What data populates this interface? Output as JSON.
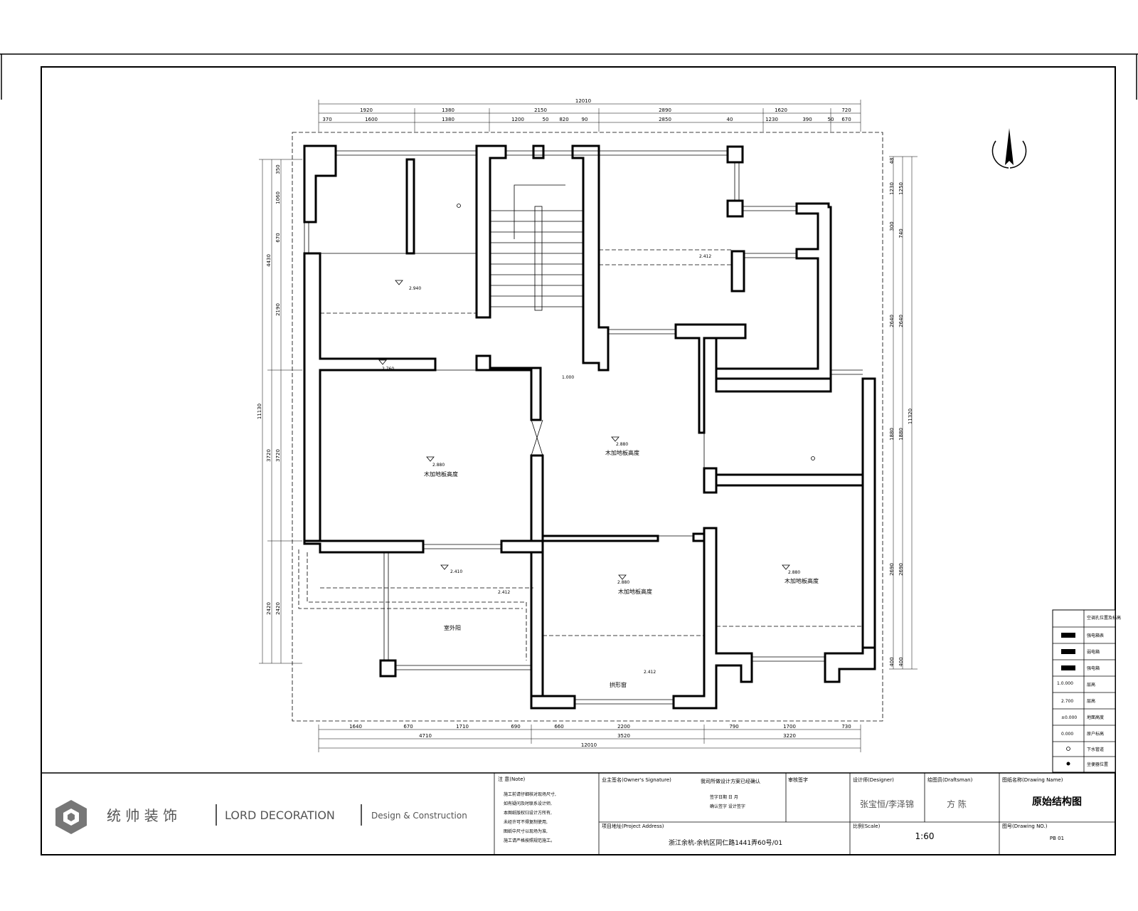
{
  "dimensions": {
    "top_total": "12010",
    "top_row1": [
      "1920",
      "1380",
      "2150",
      "2890",
      "1620",
      "720"
    ],
    "top_row2": [
      "370",
      "1600",
      "1380",
      "1200",
      "50",
      "820",
      "90",
      "2850",
      "40",
      "1230",
      "390",
      "50",
      "670"
    ],
    "bottom_total": "12010",
    "bottom_row1": [
      "1640",
      "670",
      "1710",
      "690",
      "660",
      "2200",
      "790",
      "1700",
      "730"
    ],
    "bottom_row2": [
      "4710",
      "3520",
      "3220"
    ],
    "left_total": "11130",
    "left_group1": "4430",
    "left_row": [
      "350",
      "1060",
      "670",
      "2190",
      "3720",
      "2420"
    ],
    "left_row2": [
      "3720",
      "2420"
    ],
    "right_total": "11320",
    "right_row": [
      "48",
      "1230",
      "300",
      "2640",
      "1880",
      "2690",
      "400"
    ],
    "right_row2": [
      "1250",
      "740",
      "2640",
      "1880",
      "2690",
      "400"
    ]
  },
  "floor_labels": {
    "wood_floor_1": "木加地板高度",
    "wood_floor_2": "木加地板高度",
    "wood_floor_3": "木加地板高度",
    "wood_floor_4": "木加地板高度",
    "elev_a": "2.940",
    "elev_b": "2.760",
    "elev_c": "2.880",
    "elev_d": "2.880",
    "elev_e": "2.880",
    "elev_f": "2.880",
    "elev_g": "2.410",
    "elev_h": "2.412",
    "elev_i": "1.000",
    "room_bottom_left": "室外阳",
    "arch_label": "拱形窗",
    "note_i": "2.412",
    "note_j": "2.412"
  },
  "legend": {
    "rows": [
      {
        "label": "空调孔位置及标高"
      },
      {
        "label": "强电箱表"
      },
      {
        "label": "弱电箱"
      },
      {
        "label": "强电箱"
      },
      {
        "label": "层高"
      },
      {
        "label": "层高"
      },
      {
        "label": "地面高度"
      },
      {
        "label": "原户标高"
      },
      {
        "label": "下水管道"
      },
      {
        "label": "坐便器位置"
      }
    ],
    "legend_values": [
      "1.0.000",
      "2.700",
      "±0.000",
      "0.000"
    ]
  },
  "title_block": {
    "company_cn": "统 帅 装 饰",
    "company_en": "LORD DECORATION",
    "tagline": "Design & Construction",
    "note_label": "注 意(Note)",
    "note_text": [
      "施工前请仔细核对现场尺寸,",
      "如有疑问及时联系设计师,",
      "本图纸版权归设计方所有,",
      "未经许可不得复制使用,",
      "图纸中尺寸以现场为准,",
      "施工请严格按照规范施工。"
    ],
    "owner_label": "业主签名(Owner's Signature)",
    "owner_note": "我司所做设计方案已经确认",
    "owner_sub1": "签字日期    日    月",
    "owner_sub2": "确认签字    设计签字",
    "review_label": "审核签字",
    "address_label": "项目地址(Project Address)",
    "address": "浙江余杭-余杭区同仁路1441弄60号/01",
    "designer_label": "设计师(Designer)",
    "designer": "张宝恒/李泽锦",
    "drafter_label": "绘图员(Draftsman)",
    "drafter": "方 陈",
    "scale_label": "比例(Scale)",
    "scale": "1:60",
    "drawing_name_label": "图纸名称(Drawing Name)",
    "drawing_name": "原始结构图",
    "drawing_no_label": "图号(Drawing NO.)",
    "drawing_no": "PB 01"
  }
}
